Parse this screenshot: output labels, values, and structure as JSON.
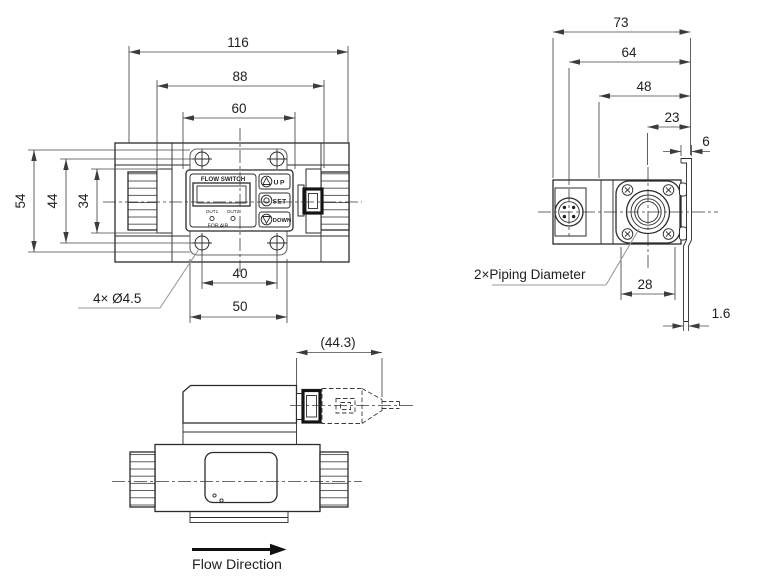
{
  "front": {
    "d116": "116",
    "d88": "88",
    "d60": "60",
    "d54": "54",
    "d44": "44",
    "d34": "34",
    "d40": "40",
    "d50": "50",
    "hole_note": "4× Ø4.5",
    "panel_title": "FLOW SWITCH",
    "out1": "OUT1",
    "out2": "OUT2",
    "for_air": "FOR AIR",
    "btn_up": "UP",
    "btn_set": "SET",
    "btn_down": "DOWN"
  },
  "side": {
    "d73": "73",
    "d64": "64",
    "d48": "48",
    "d23": "23",
    "d6": "6",
    "d28": "28",
    "d1_6": "1.6",
    "piping_note": "2×Piping Diameter"
  },
  "bottom": {
    "d44_3": "(44.3)",
    "flow_label": "Flow Direction"
  },
  "colors": {
    "line": "#2b2b2b",
    "dim": "#454545",
    "gray": "#9a9a9a",
    "background": "#ffffff"
  }
}
